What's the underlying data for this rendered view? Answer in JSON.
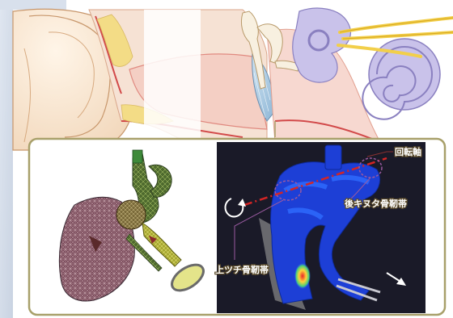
{
  "figure": {
    "anatomy": {
      "structures": [
        "ear-canal",
        "tympanic-membrane",
        "ossicles",
        "cochlea",
        "vestibular-nerve"
      ]
    },
    "detail_panel": {
      "fe_mesh_model": {
        "parts": [
          "tympanic-membrane-mesh",
          "malleus-mesh",
          "incus-mesh",
          "stapes-mesh",
          "footplate"
        ]
      },
      "stress_contour": {
        "labels": {
          "rotation_axis": "回転軸",
          "posterior_ligament": "後キヌタ骨靭帯",
          "superior_ligament": "上ツチ骨靭帯"
        },
        "colors": {
          "low": "#1d3fd6",
          "mid": "#2f6dff",
          "high": "#e8262a",
          "axis_line": "#d42525",
          "leader": "#9a5aa0",
          "frame": "#a8a06a"
        }
      }
    }
  }
}
